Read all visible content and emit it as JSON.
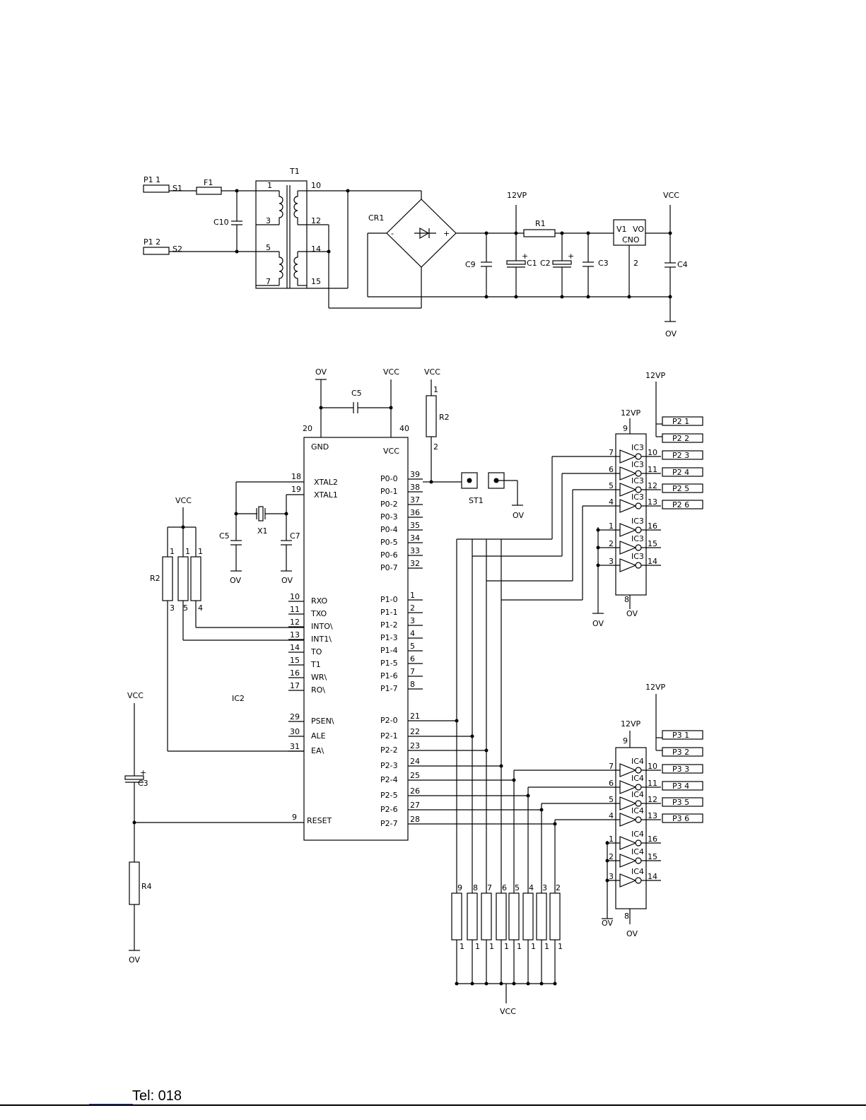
{
  "labels": {
    "p1_1": "P1 1",
    "s1": "S1",
    "f1": "F1",
    "t1": "T1",
    "c10": "C10",
    "p1_2": "P1 2",
    "s2": "S2",
    "t1_pin1": "1",
    "t1_pin3": "3",
    "t1_pin5": "5",
    "t1_pin7": "7",
    "t1_pin10": "10",
    "t1_pin12": "12",
    "t1_pin14": "14",
    "t1_pin15": "15",
    "cr1": "CR1",
    "cr1_minus": "-",
    "cr1_plus": "+",
    "vp12_top": "12VP",
    "r1": "R1",
    "c9": "C9",
    "c1": "C1",
    "c2": "C2",
    "c3_psu": "C3",
    "vcc_psu": "VCC",
    "cno_v1": "V1",
    "cno_vo": "VO",
    "cno": "CNO",
    "cno_2": "2",
    "c4": "C4",
    "ov_psu": "OV",
    "ov_c5": "OV",
    "vcc_c5": "VCC",
    "c5_top": "C5",
    "pin20": "20",
    "pin40": "40",
    "vcc_r2": "VCC",
    "r2_1": "1",
    "r2": "R2",
    "r2_2": "2",
    "gnd": "GND",
    "vcc_ic": "VCC",
    "xtal2_num": "18",
    "xtal2": "XTAL2",
    "xtal1_num": "19",
    "xtal1": "XTAL1",
    "c5_x": "C5",
    "x1": "X1",
    "c7": "C7",
    "ov_c5x": "OV",
    "ov_c7": "OV",
    "vcc_rn": "VCC",
    "rn_label": "R2",
    "rn_1a": "1",
    "rn_1b": "1",
    "rn_1c": "1",
    "rn_3": "3",
    "rn_5": "5",
    "rn_4": "4",
    "st1": "ST1",
    "ov_st1": "OV",
    "ic2": "IC2",
    "vcc_reset": "VCC",
    "c3_reset": "C3",
    "r4": "R4",
    "ov_reset": "OV",
    "c3_plus": "+",
    "c1_plus": "+",
    "c2_plus": "+",
    "vp12_ic3": "12VP",
    "vp12_ic3_pin": "12VP",
    "ic3_pin9": "9",
    "ic3_pin8": "8",
    "ov_ic3a": "OV",
    "ov_ic3b": "OV",
    "vp12_ic4": "12VP",
    "vp12_ic4_pin": "12VP",
    "ic4_pin9": "9",
    "ic4_pin8": "8",
    "ov_ic4a": "OV",
    "ov_ic4b": "OV",
    "vcc_rn2": "VCC"
  },
  "ic2_left_pins": [
    {
      "num": "10",
      "name": "RXO"
    },
    {
      "num": "11",
      "name": "TXO"
    },
    {
      "num": "12",
      "name": "INTO\\"
    },
    {
      "num": "13",
      "name": "INT1\\"
    },
    {
      "num": "14",
      "name": "TO"
    },
    {
      "num": "15",
      "name": "T1"
    },
    {
      "num": "16",
      "name": "WR\\"
    },
    {
      "num": "17",
      "name": "RO\\"
    }
  ],
  "ic2_left_pins_b": [
    {
      "num": "29",
      "name": "PSEN\\"
    },
    {
      "num": "30",
      "name": "ALE"
    },
    {
      "num": "31",
      "name": "EA\\"
    }
  ],
  "ic2_reset": {
    "num": "9",
    "name": "RESET"
  },
  "ic2_p0": [
    {
      "num": "39",
      "name": "P0-0"
    },
    {
      "num": "38",
      "name": "P0-1"
    },
    {
      "num": "37",
      "name": "P0-2"
    },
    {
      "num": "36",
      "name": "P0-3"
    },
    {
      "num": "35",
      "name": "P0-4"
    },
    {
      "num": "34",
      "name": "P0-5"
    },
    {
      "num": "33",
      "name": "P0-6"
    },
    {
      "num": "32",
      "name": "P0-7"
    }
  ],
  "ic2_p1": [
    {
      "num": "1",
      "name": "P1-0"
    },
    {
      "num": "2",
      "name": "P1-1"
    },
    {
      "num": "3",
      "name": "P1-2"
    },
    {
      "num": "4",
      "name": "P1-3"
    },
    {
      "num": "5",
      "name": "P1-4"
    },
    {
      "num": "6",
      "name": "P1-5"
    },
    {
      "num": "7",
      "name": "P1-6"
    },
    {
      "num": "8",
      "name": "P1-7"
    }
  ],
  "ic2_p2": [
    {
      "num": "21",
      "name": "P2-0"
    },
    {
      "num": "22",
      "name": "P2-1"
    },
    {
      "num": "23",
      "name": "P2-2"
    },
    {
      "num": "24",
      "name": "P2-3"
    },
    {
      "num": "25",
      "name": "P2-4"
    },
    {
      "num": "26",
      "name": "P2-5"
    },
    {
      "num": "27",
      "name": "P2-6"
    },
    {
      "num": "28",
      "name": "P2-7"
    }
  ],
  "ic3_connectors": [
    "P2 1",
    "P2 2",
    "P2 3",
    "P2 4",
    "P2 5",
    "P2 6"
  ],
  "ic4_connectors": [
    "P3 1",
    "P3 2",
    "P3 3",
    "P3 4",
    "P3 5",
    "P3 6"
  ],
  "ic3_gates": [
    {
      "in": "7",
      "out": "10",
      "name": "IC3"
    },
    {
      "in": "6",
      "out": "11",
      "name": "IC3"
    },
    {
      "in": "5",
      "out": "12",
      "name": "IC3"
    },
    {
      "in": "4",
      "out": "13",
      "name": "IC3"
    },
    {
      "in": "1",
      "out": "16",
      "name": "IC3"
    },
    {
      "in": "2",
      "out": "15",
      "name": "IC3"
    },
    {
      "in": "3",
      "out": "14",
      "name": "IC3"
    }
  ],
  "ic4_gates": [
    {
      "in": "7",
      "out": "10",
      "name": "IC4"
    },
    {
      "in": "6",
      "out": "11",
      "name": "IC4"
    },
    {
      "in": "5",
      "out": "12",
      "name": "IC4"
    },
    {
      "in": "4",
      "out": "13",
      "name": "IC4"
    },
    {
      "in": "1",
      "out": "16",
      "name": "IC4"
    },
    {
      "in": "2",
      "out": "15",
      "name": "IC4"
    },
    {
      "in": "3",
      "out": "14",
      "name": "IC4"
    }
  ],
  "rn_bottom": {
    "top_labels": [
      "9",
      "8",
      "7",
      "6",
      "5",
      "4",
      "3",
      "2"
    ],
    "bottom_labels": [
      "1",
      "1",
      "1",
      "1",
      "1",
      "1",
      "1",
      "1"
    ]
  },
  "footer": {
    "tel": "Tel: 018"
  }
}
